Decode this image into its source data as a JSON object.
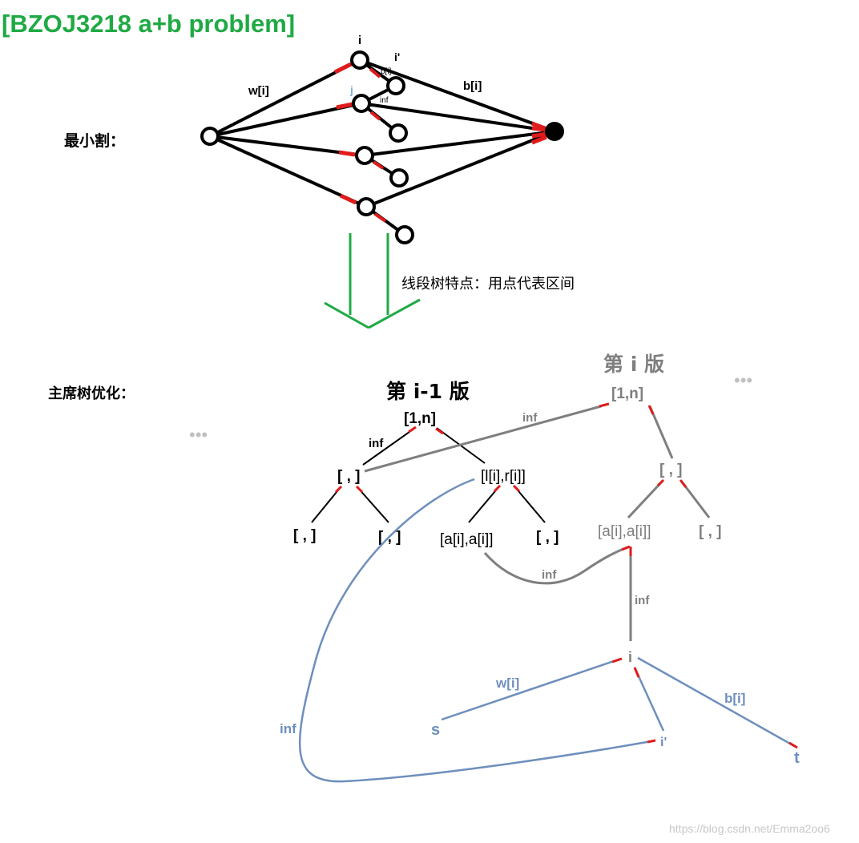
{
  "title": "[BZOJ3218 a+b problem]",
  "section_mincut": "最小割：",
  "section_persistent": "主席树优化：",
  "segment_tree_note": "线段树特点：用点代表区间",
  "flow": {
    "node_i": "i",
    "node_i_prime": "i'",
    "node_j": "j",
    "edge_w": "w[i]",
    "edge_b": "b[i]",
    "edge_p": "p[i]",
    "edge_inf": "inf"
  },
  "tree_prev": {
    "title": "第 i-1 版",
    "root": "[1,n]",
    "left": "[ , ]",
    "right": "[l[i],r[i]]",
    "ll": "[ , ]",
    "lr": "[ , ]",
    "rl": "[a[i],a[i]]",
    "rr": "[ , ]",
    "edge_inf": "inf"
  },
  "tree_cur": {
    "title": "第 i 版",
    "root": "[1,n]",
    "mid": "[ , ]",
    "leaf_a": "[a[i],a[i]]",
    "leaf_r": "[ , ]",
    "edge_inf_top": "inf",
    "edge_inf_curve": "inf",
    "edge_inf_down": "inf"
  },
  "bottom": {
    "node_i": "i",
    "node_i_prime": "i'",
    "node_s": "s",
    "node_t": "t",
    "edge_w": "w[i]",
    "edge_b": "b[i]",
    "edge_inf": "inf"
  },
  "ellipsis": "•••",
  "watermark": "https://blog.csdn.net/Emma2oo6",
  "colors": {
    "title": "#1faa44",
    "arrow": "#1faa44",
    "edge_black": "#000000",
    "edge_gray": "#7f7f7f",
    "edge_blue": "#6e8fbd",
    "cut_red": "#e01b1b"
  }
}
